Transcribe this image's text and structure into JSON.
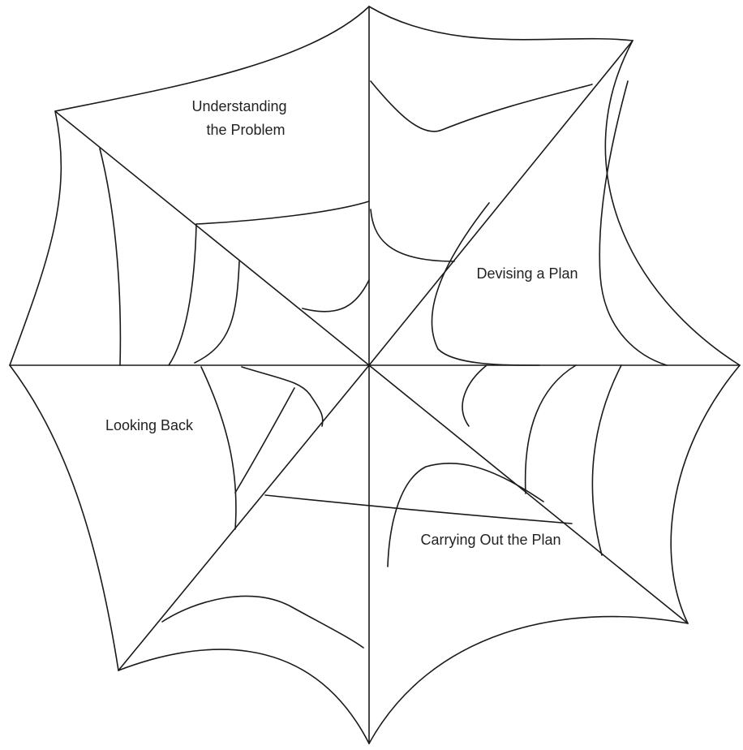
{
  "diagram": {
    "labels": {
      "understanding": [
        "Understanding",
        "the Problem"
      ],
      "devising": "Devising a Plan",
      "looking_back": "Looking Back",
      "carrying_out": "Carrying Out the Plan"
    },
    "colors": {
      "stroke": "#1a1a1a",
      "text": "#222222",
      "background": "#ffffff"
    }
  }
}
